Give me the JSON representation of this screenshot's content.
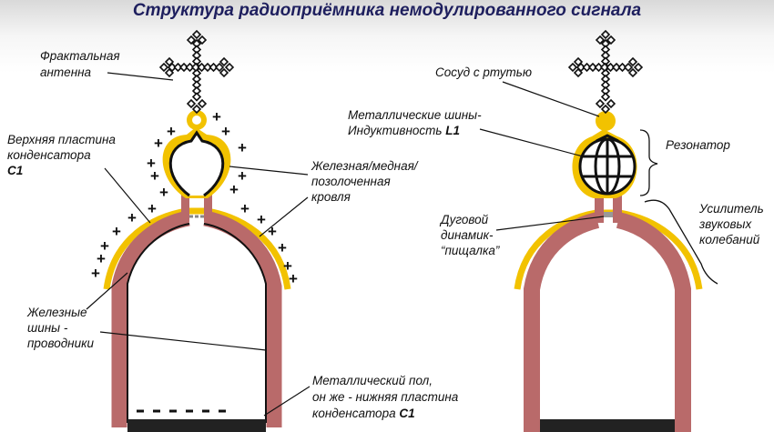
{
  "title": "Структура  радиоприёмника немодулированного сигнала",
  "colors": {
    "gold": "#f2c200",
    "wall": "#b96a6a",
    "title": "#1e1f5e"
  },
  "plus_sign": "+",
  "left": {
    "antenna": [
      "Фрактальная",
      "антенна"
    ],
    "upper_plate": [
      "Верхняя пластина",
      "конденсатора",
      "C1"
    ],
    "roof": [
      "Железная/медная/",
      "позолоченная",
      "кровля"
    ],
    "rails": [
      "Железные",
      "шины -",
      "проводники"
    ],
    "floor": [
      "Металлический пол,",
      "он же - нижняя пластина",
      "конденсатора ",
      "C1"
    ]
  },
  "right": {
    "vessel": "Сосуд с ртутью",
    "inductance": [
      "Металлические шины-",
      "Индуктивность ",
      "L1"
    ],
    "resonator": "Резонатор",
    "amplifier": [
      "Усилитель",
      "звуковых",
      "колебаний"
    ],
    "speaker": [
      "Дуговой",
      "динамик-",
      "“пищалка”"
    ]
  }
}
